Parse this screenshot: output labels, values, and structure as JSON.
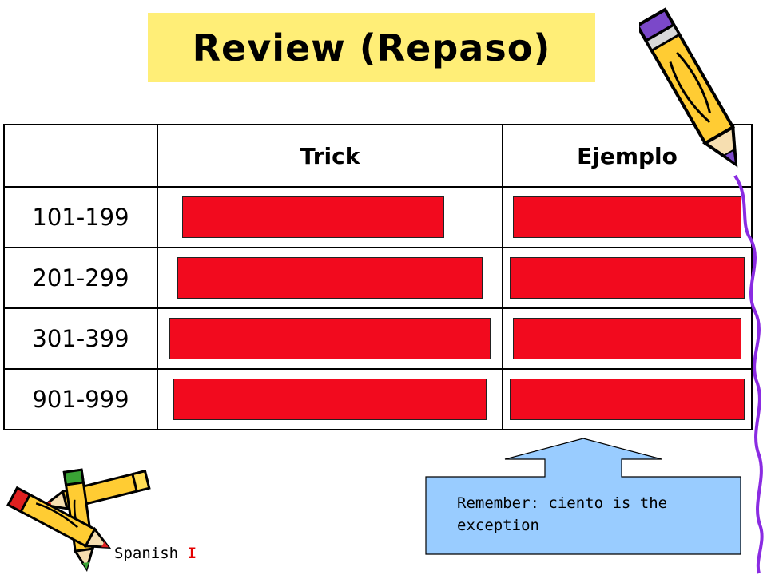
{
  "slide": {
    "title": "Review (Repaso)",
    "footer_label": "Spanish",
    "footer_level": "I"
  },
  "table": {
    "headers": [
      "",
      "Trick",
      "Ejemplo"
    ],
    "rows": [
      {
        "range": "101-199"
      },
      {
        "range": "201-299"
      },
      {
        "range": "301-399"
      },
      {
        "range": "901-999"
      }
    ]
  },
  "callout": {
    "text": "Remember: ciento is the exception"
  },
  "colors": {
    "title_background": "#ffee77",
    "cover_red": "#f20a1e",
    "callout_fill": "#99ccff"
  },
  "icons": [
    "pencil-icon-top-right",
    "pencils-icon-bottom-left"
  ]
}
